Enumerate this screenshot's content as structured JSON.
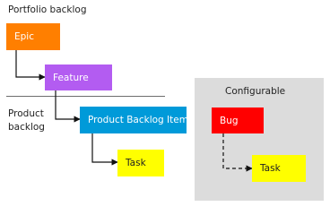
{
  "portfolio_label": "Portfolio backlog",
  "product_label_line1": "Product",
  "product_label_line2": "backlog",
  "configurable_label": "Configurable",
  "items": {
    "epic": {
      "label": "Epic",
      "color": "#ff7f00",
      "text_color": "#ffffff"
    },
    "feature": {
      "label": "Feature",
      "color": "#b35cf1",
      "text_color": "#ffffff"
    },
    "pbi": {
      "label": "Product Backlog Item",
      "color": "#009ad9",
      "text_color": "#ffffff"
    },
    "task": {
      "label": "Task",
      "color": "#ffff00",
      "text_color": "#222222"
    },
    "bug": {
      "label": "Bug",
      "color": "#ff0000",
      "text_color": "#ffffff"
    },
    "bug_task": {
      "label": "Task",
      "color": "#ffff00",
      "text_color": "#222222"
    }
  },
  "panel_color": "#dcdcdc"
}
